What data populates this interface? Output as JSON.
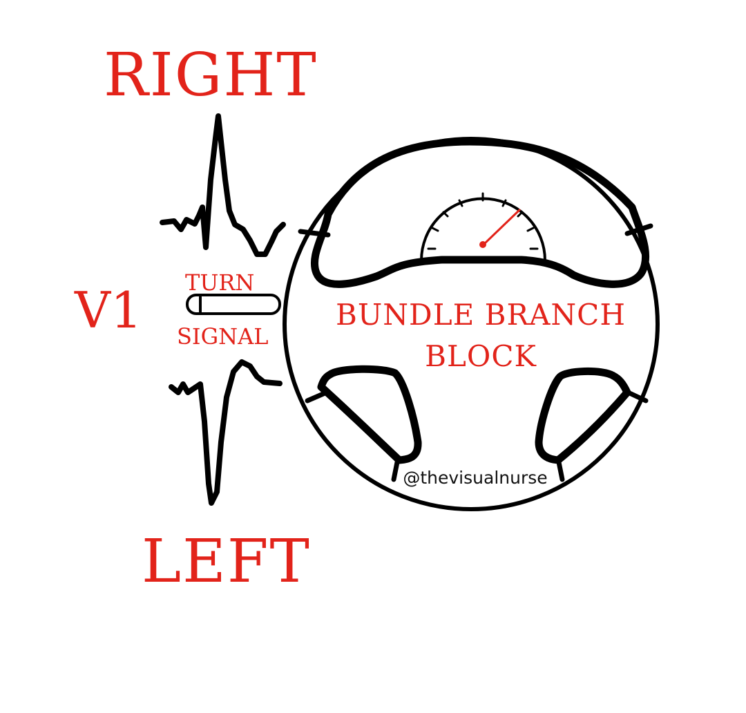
{
  "labels": {
    "right": "RIGHT",
    "left": "LEFT",
    "lead": "V1",
    "turn": "TURN",
    "signal": "SIGNAL",
    "center_line1": "BUNDLE BRANCH",
    "center_line2": "BLOCK",
    "handle": "@thevisualnurse"
  },
  "colors": {
    "text": "#e2231a",
    "ink": "#000000",
    "background": "#ffffff"
  },
  "icons": {
    "wheel": "steering-wheel-icon",
    "gauge": "speedometer-icon",
    "stalk": "turn-signal-stalk-icon",
    "ecg_top": "ecg-rsr-waveform-icon",
    "ecg_bottom": "ecg-deep-s-waveform-icon"
  }
}
